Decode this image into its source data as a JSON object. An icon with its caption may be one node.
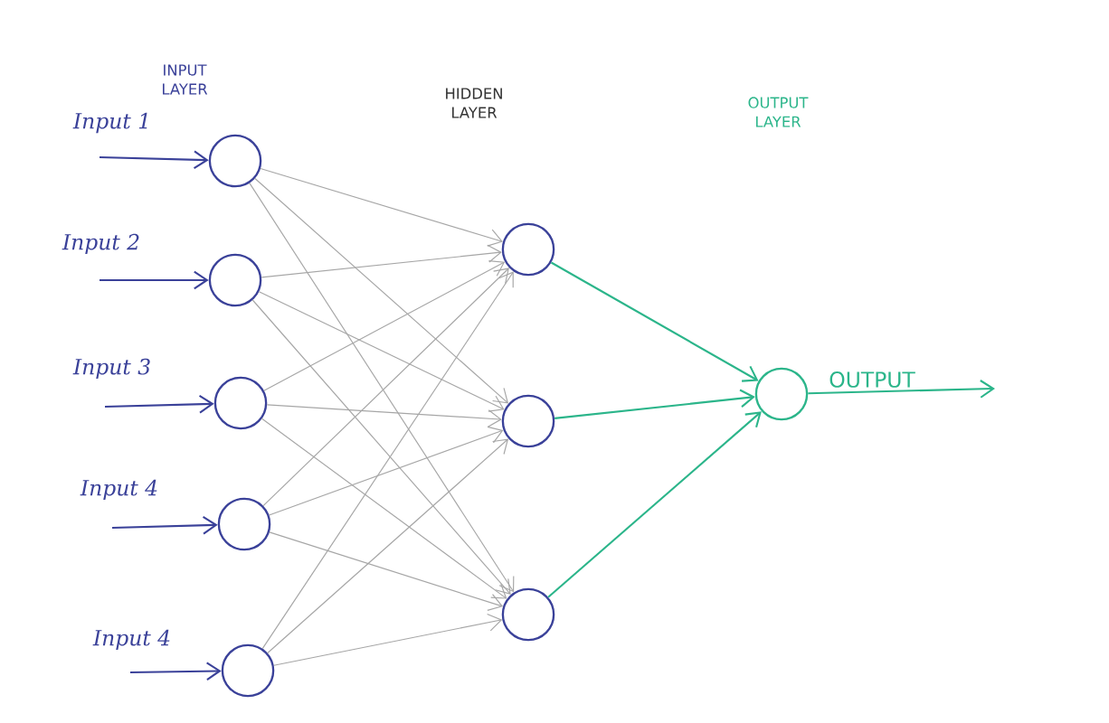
{
  "diagram": {
    "nodes": [
      {
        "text": [],
        "shape": "circle"
      },
      {
        "text": [],
        "shape": "circle"
      },
      {
        "text": [],
        "shape": "circle"
      },
      {
        "text": [],
        "shape": "circle"
      },
      {
        "text": [],
        "shape": "circle"
      },
      {
        "text": [],
        "shape": "circle"
      },
      {
        "text": [],
        "shape": "circle"
      },
      {
        "text": [],
        "shape": "circle"
      },
      {
        "text": [],
        "shape": "circle"
      }
    ],
    "edges": [
      {
        "from": null,
        "to": 0,
        "arrow": "to",
        "label": "Input 1",
        "color": "#3a4199"
      },
      {
        "from": null,
        "to": 1,
        "arrow": "to",
        "label": "Input 2",
        "color": "#3a4199"
      },
      {
        "from": null,
        "to": 2,
        "arrow": "to",
        "label": "Input 3",
        "color": "#3a4199"
      },
      {
        "from": null,
        "to": 3,
        "arrow": "to",
        "label": "Input 4",
        "color": "#3a4199"
      },
      {
        "from": null,
        "to": 4,
        "arrow": "to",
        "label": "Input 4",
        "color": "#3a4199"
      },
      {
        "from": 0,
        "to": 5,
        "arrow": "to"
      },
      {
        "from": 0,
        "to": 6,
        "arrow": "to"
      },
      {
        "from": 0,
        "to": 7,
        "arrow": "to"
      },
      {
        "from": 1,
        "to": 5,
        "arrow": "to"
      },
      {
        "from": 1,
        "to": 6,
        "arrow": "to"
      },
      {
        "from": 1,
        "to": 7,
        "arrow": "to"
      },
      {
        "from": 2,
        "to": 5,
        "arrow": "to"
      },
      {
        "from": 2,
        "to": 6,
        "arrow": "to"
      },
      {
        "from": 2,
        "to": 7,
        "arrow": "to"
      },
      {
        "from": 3,
        "to": 5,
        "arrow": "to"
      },
      {
        "from": 3,
        "to": 6,
        "arrow": "to"
      },
      {
        "from": 3,
        "to": 7,
        "arrow": "to"
      },
      {
        "from": 4,
        "to": 5,
        "arrow": "to"
      },
      {
        "from": 4,
        "to": 6,
        "arrow": "to"
      },
      {
        "from": 4,
        "to": 7,
        "arrow": "to"
      },
      {
        "from": 5,
        "to": 8,
        "arrow": "to",
        "color": "#2bb58a"
      },
      {
        "from": 6,
        "to": 8,
        "arrow": "to",
        "color": "#2bb58a"
      },
      {
        "from": 7,
        "to": 8,
        "arrow": "to",
        "color": "#2bb58a"
      },
      {
        "from": 8,
        "to": null,
        "arrow": "to",
        "label": "OUTPUT",
        "color": "#2bb58a"
      }
    ],
    "labels": [
      "INPUT LAYER",
      "HIDDEN LAYER",
      "OUTPUT LAYER"
    ]
  }
}
